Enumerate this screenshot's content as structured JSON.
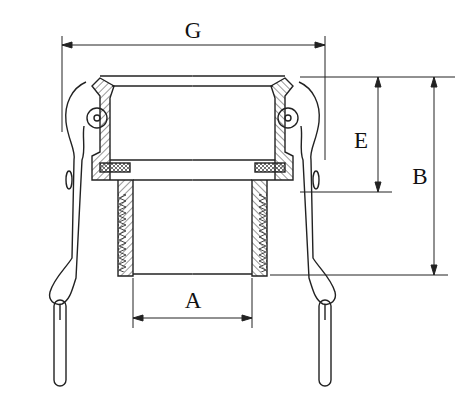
{
  "diagram": {
    "labels": [
      "G",
      "E",
      "B",
      "A"
    ]
  }
}
